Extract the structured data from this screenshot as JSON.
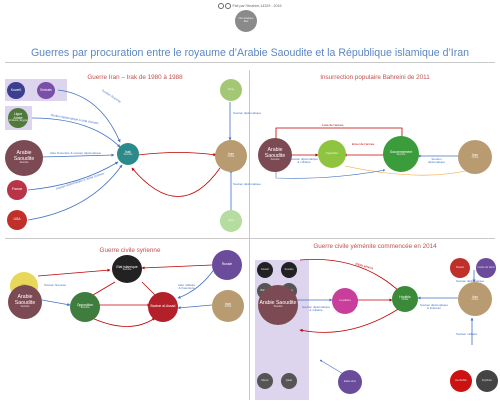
{
  "credit": "Fait par l'Ibrahim-14329 - 2016",
  "legend_node": {
    "line1": "Non-étatique",
    "line2": "Etat"
  },
  "title": "Guerres par procuration entre le royaume d’Arabie Saoudite et la République islamique d’Iran",
  "quadrants": {
    "iran_iraq": "Guerre Iran – Irak de 1980 à 1988",
    "bahrain": "Insurrection populaire Bahreini de 2011",
    "syria": "Guerre civile syrienne",
    "yemen": "Guerre civile yéménite commencée en 2014"
  },
  "q1": {
    "koweit": "Koweït",
    "emirats": "Emirats",
    "ligue_arabe": "Ligue Arabe",
    "ligue_arabe_sub": "Jordanie, Égypte",
    "arabie_saoudite": "Arabie Saoudite",
    "arabie_saoudite_sub": "Sunnite",
    "france": "France",
    "usa": "USA",
    "irak": "Irak",
    "irak_sub": "Sunnite",
    "iran": "Iran",
    "iran_sub": "Chiite",
    "support_top": "Syrie",
    "support_bottom": "Libye",
    "labels": {
      "soutien_diplo_1": "Soutien financier",
      "soutien_diplo_2": "Soutien diplomatique & aide d'armes",
      "aide_financiere": "Aide financière & soutien diplomatique",
      "soutien_diplo_3": "Soutien diplomatique & vente d'armes",
      "soutien_diplo_top": "Soutien diplomatique",
      "soutien_diplo_bottom": "Soutien diplomatique"
    }
  },
  "q2": {
    "arabie_saoudite": "Arabie Saoudite",
    "arabie_saoudite_sub": "Sunnite",
    "opposition": "Opposition",
    "gouvernement": "Gouvernement",
    "gouvernement_sub": "Sunnite",
    "iran": "Iran",
    "iran_sub": "Chiite",
    "labels": {
      "lutte_armee": "Lutte de l'armée",
      "envoi_armee": "Envoi de l'armée",
      "soutien_diplo_1": "Soutien diplomatique",
      "soutien_diplo_2": "& militaire",
      "soutien_iran_1": "Soutien",
      "soutien_iran_2": "diplomatique"
    }
  },
  "q3": {
    "usa": "USA",
    "arabie_saoudite": "Arabie Saoudite",
    "arabie_saoudite_sub": "Sunnite",
    "etat_islamique": "Etat islamique",
    "etat_islamique_sub": "Sunnite",
    "opposition": "Opposition",
    "opposition_sub": "Sunnite",
    "gouvernement": "Bachar al-Assad",
    "russie": "Russie",
    "iran": "Iran",
    "iran_sub": "Chiite",
    "labels": {
      "aide_militaire_1": "Aide militaire",
      "aide_militaire_2": "& financière",
      "soutien_financier": "Soutien financier"
    }
  },
  "q4": {
    "koweit": "Koweït",
    "soudan": "Soudan",
    "bahrein": "Bahreïn",
    "egypte": "Égypte",
    "arabie_saoudite": "Arabie Saoudite",
    "arabie_saoudite_sub": "Sunnite",
    "maroc": "Maroc",
    "qatar": "Qatar",
    "hadi": "Loyalistes",
    "houthis": "Houthis",
    "houthis_sub": "Chiite",
    "iran": "Iran",
    "iran_sub": "Chiite",
    "russie": "Russie",
    "coree_nord": "Corée du Nord",
    "usa": "Etats-Unis",
    "hezbollah": "Hezbollah",
    "erythree": "Erythrée",
    "labels": {
      "raids_aeriens": "Raids aériens",
      "soutien_1": "Soutien diplomatique",
      "soutien_2": "& militaire",
      "soutien_iran_1": "Soutien diplomatique",
      "soutien_iran_2": "& financier",
      "soutien_russie": "Soutien diplomatique",
      "soutien_hezbollah": "Soutien militaire"
    }
  }
}
